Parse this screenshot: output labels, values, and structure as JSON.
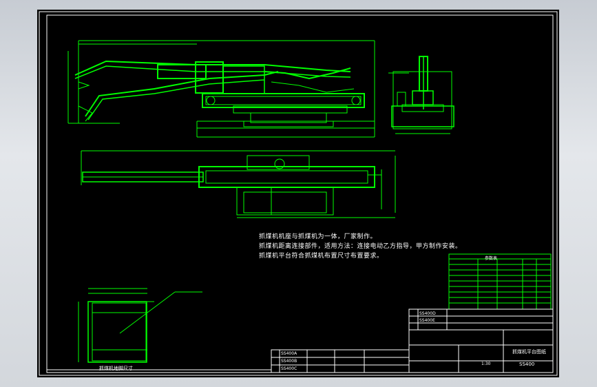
{
  "drawing": {
    "notes": [
      "抓煤机机座与抓煤机为一体，厂家制作。",
      "抓煤机距离连接部件，适用方法：连接电动乙方指导，甲方制作安装。",
      "抓煤机平台符合抓煤机布置尺寸布置要求。"
    ],
    "param_table_title": "参数表",
    "foundation_caption": "抓煤机地脚尺寸",
    "title_block": {
      "drawing_name": "抓煤机平台图纸",
      "drawing_no": "SS400",
      "scale": "1:30",
      "row_codes": [
        "SS400A",
        "SS400B",
        "SS400C"
      ],
      "upper_codes": [
        "SS400D",
        "SS400E"
      ]
    }
  },
  "colors": {
    "background": "#000000",
    "line": "#00ff00",
    "text": "#ffffff",
    "window": "#d5d9de"
  }
}
